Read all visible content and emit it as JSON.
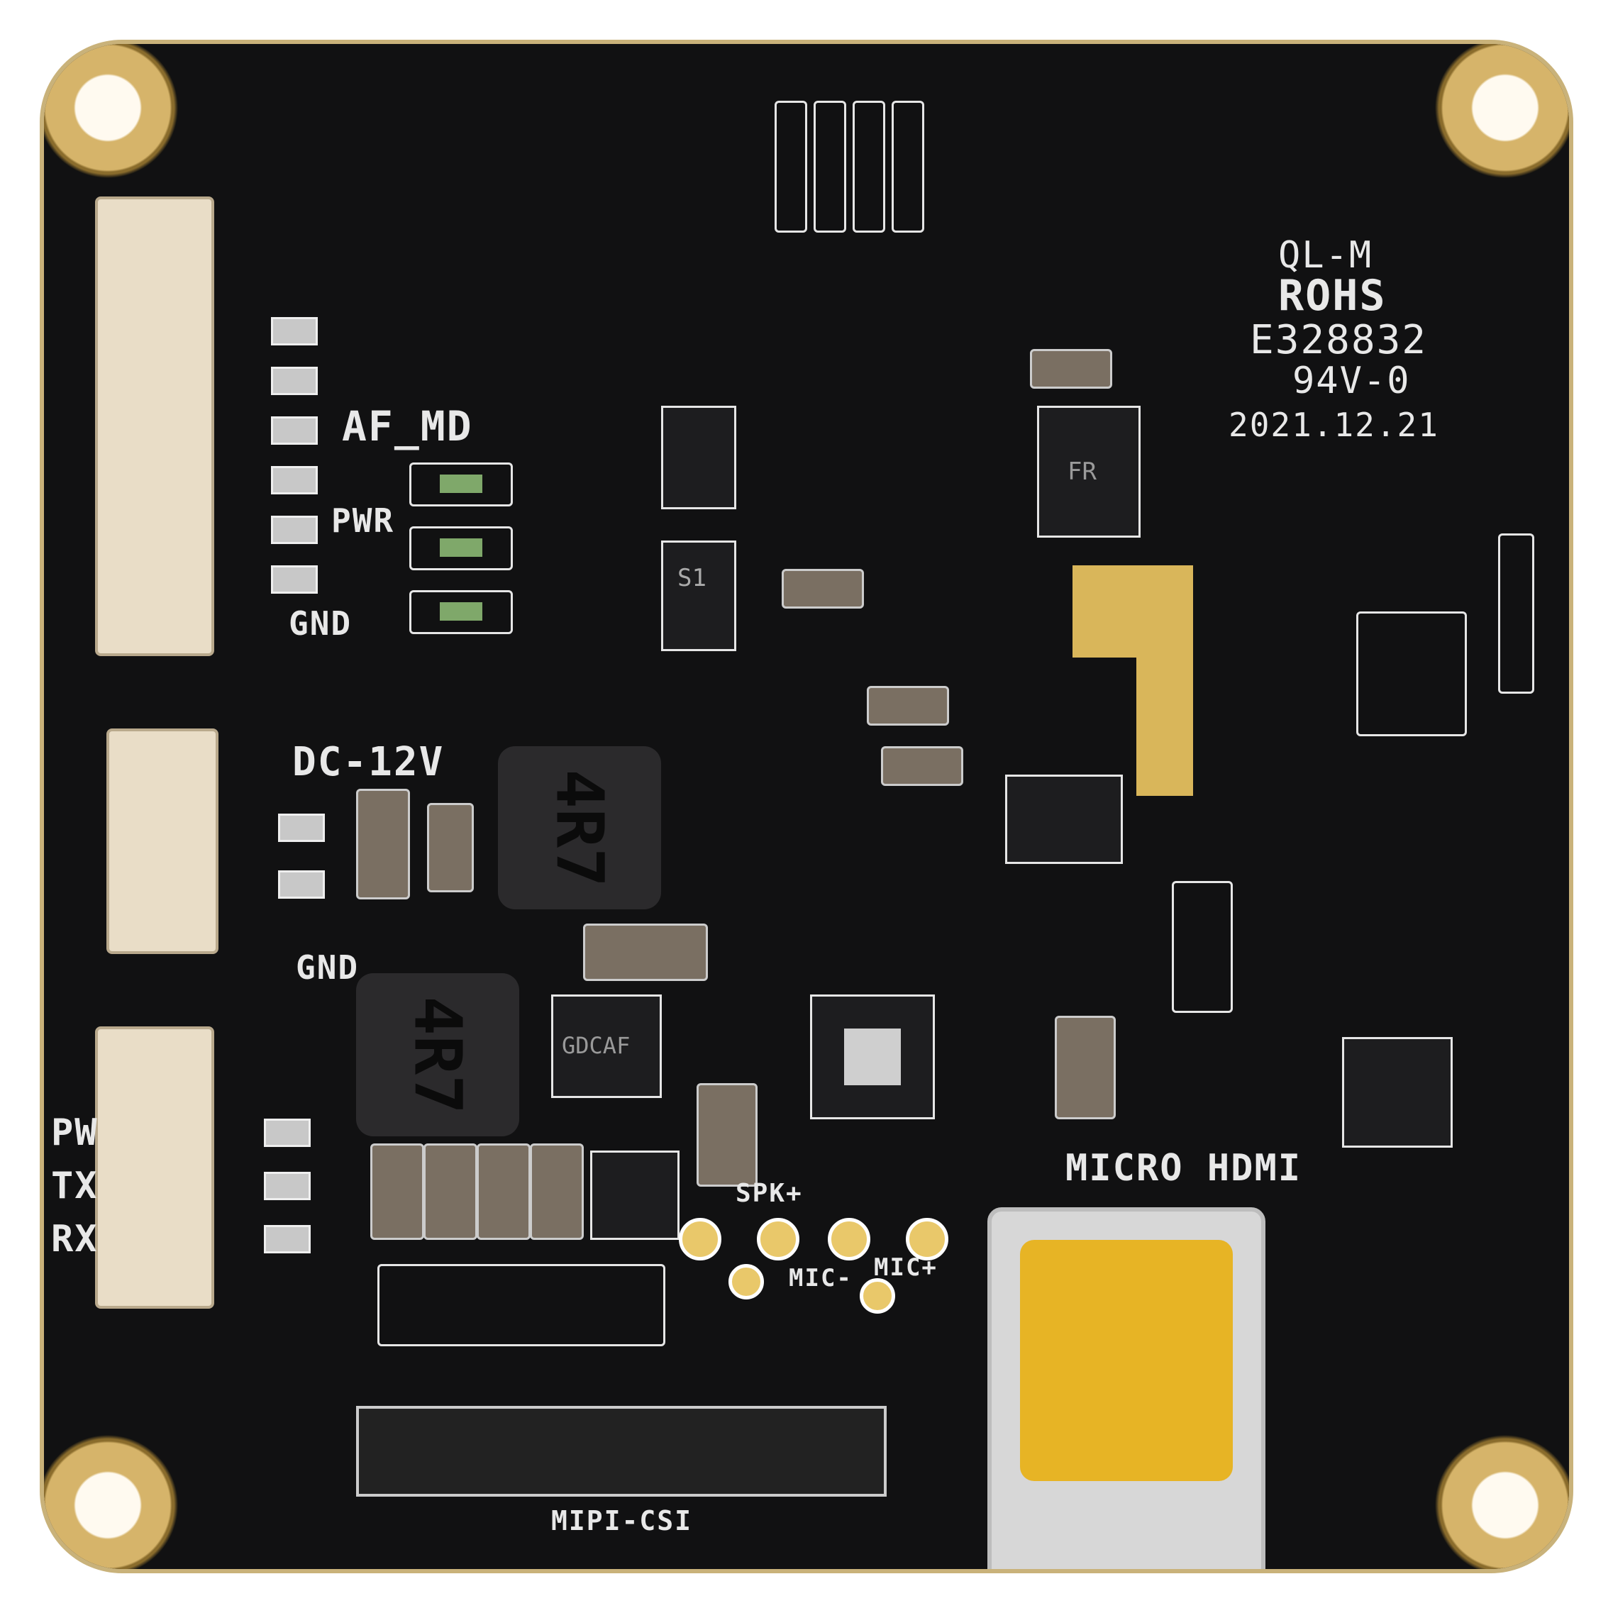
{
  "board": {
    "silkscreen": {
      "ql_m": "QL-M",
      "rohs": "ROHS",
      "ul_code": "E328832",
      "rating": "94V-0",
      "date": "2021.12.21",
      "af_md": "AF_MD",
      "pwr_top": "PWR",
      "gnd_top": "GND",
      "dc_12v": "DC-12V",
      "gnd_mid": "GND",
      "pw": "PW",
      "tx": "TX",
      "rx": "RX",
      "micro_hdmi": "MICRO HDMI",
      "spk_plus": "SPK+",
      "mic_minus": "MIC-",
      "mic_plus": "MIC+",
      "mipi_csi": "MIPI-CSI",
      "s1": "S1",
      "fr": "FR",
      "inductor_1": "4R7",
      "inductor_2": "4R7",
      "chip": "GDCAF"
    },
    "colors": {
      "pcb": "#111112",
      "silkscreen": "#e8e8e8",
      "gold": "#d6b46a",
      "connector_housing": "#e9ddc7"
    }
  }
}
